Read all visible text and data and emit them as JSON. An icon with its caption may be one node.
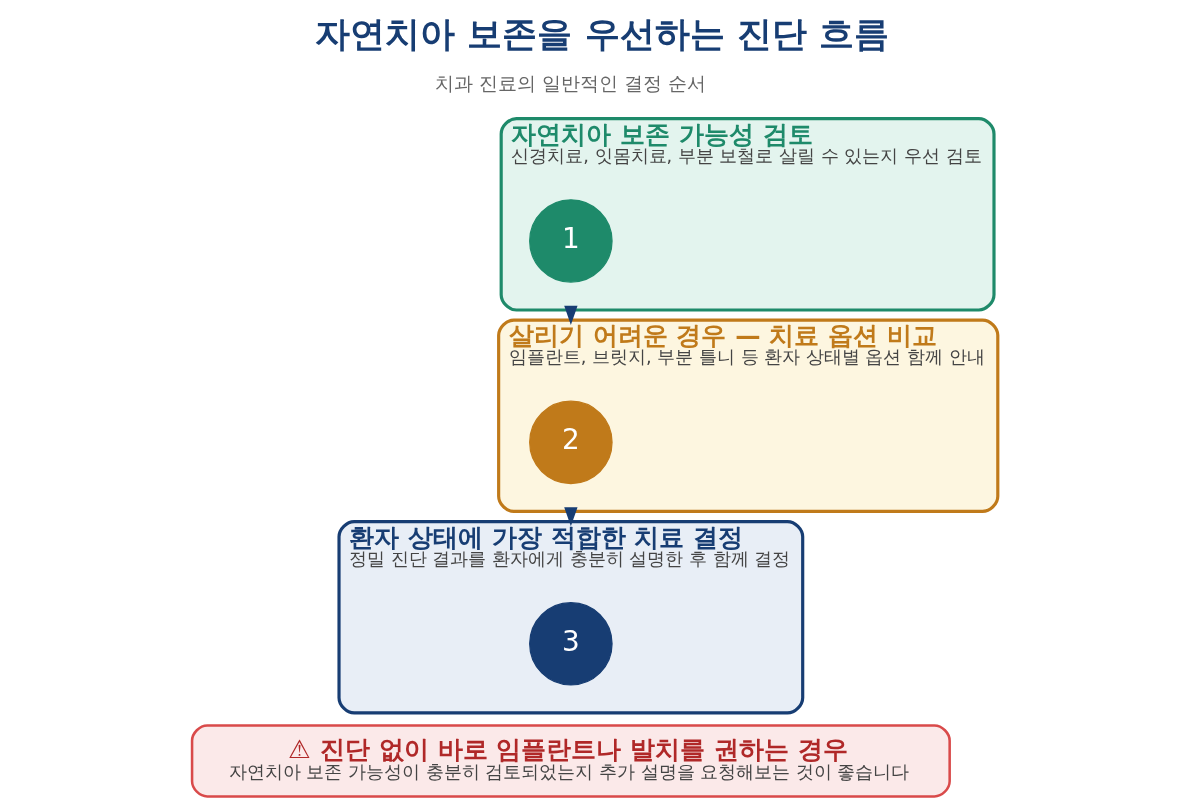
{
  "diagram": {
    "title": "자연치아 보존을 우선하는 진단 흐름",
    "nodes": [
      {
        "text": [
          "자연치아 보존 가능성 검토",
          "신경치료, 잇몸치료, 부분 보철로 살릴 수 있는지 우선 검토"
        ]
      },
      {
        "text": [
          "1"
        ],
        "in": 0
      },
      {
        "text": [
          "살리기 어려운 경우 — 치료 옵션 비교",
          "임플란트, 브릿지, 부분 틀니 등 환자 상태별 옵션 함께 안내"
        ]
      },
      {
        "text": [
          "2"
        ],
        "in": 2
      },
      {
        "text": [
          "환자 상태에 가장 적합한 치료 결정",
          "정밀 진단 결과를 환자에게 충분히 설명한 후 함께 결정"
        ]
      },
      {
        "text": [
          "3"
        ],
        "in": 4
      },
      {
        "text": [
          "⚠ 진단 없이 바로 임플란트나 발치를 권하는 경우",
          "자연치아 보존 가능성이 충분히 검토되었는지 추가 설명을 요청해보는 것이 좋습니다"
        ]
      }
    ],
    "edges": [
      {
        "from": 0,
        "to": 2,
        "arrow": "to"
      },
      {
        "from": 2,
        "to": 4,
        "arrow": "to"
      }
    ],
    "labels": [
      "치과 진료의 일반적인 결정 순서"
    ]
  }
}
